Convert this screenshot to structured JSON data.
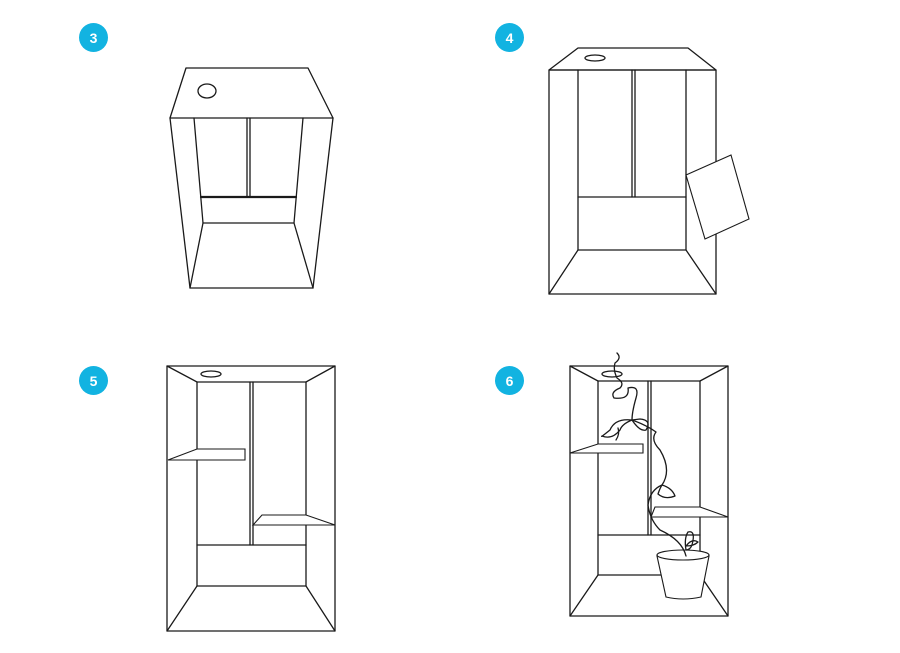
{
  "colors": {
    "badge": "#12b3e1",
    "line": "#1a1a1a"
  },
  "steps": [
    {
      "number": "3"
    },
    {
      "number": "4"
    },
    {
      "number": "5"
    },
    {
      "number": "6"
    }
  ]
}
